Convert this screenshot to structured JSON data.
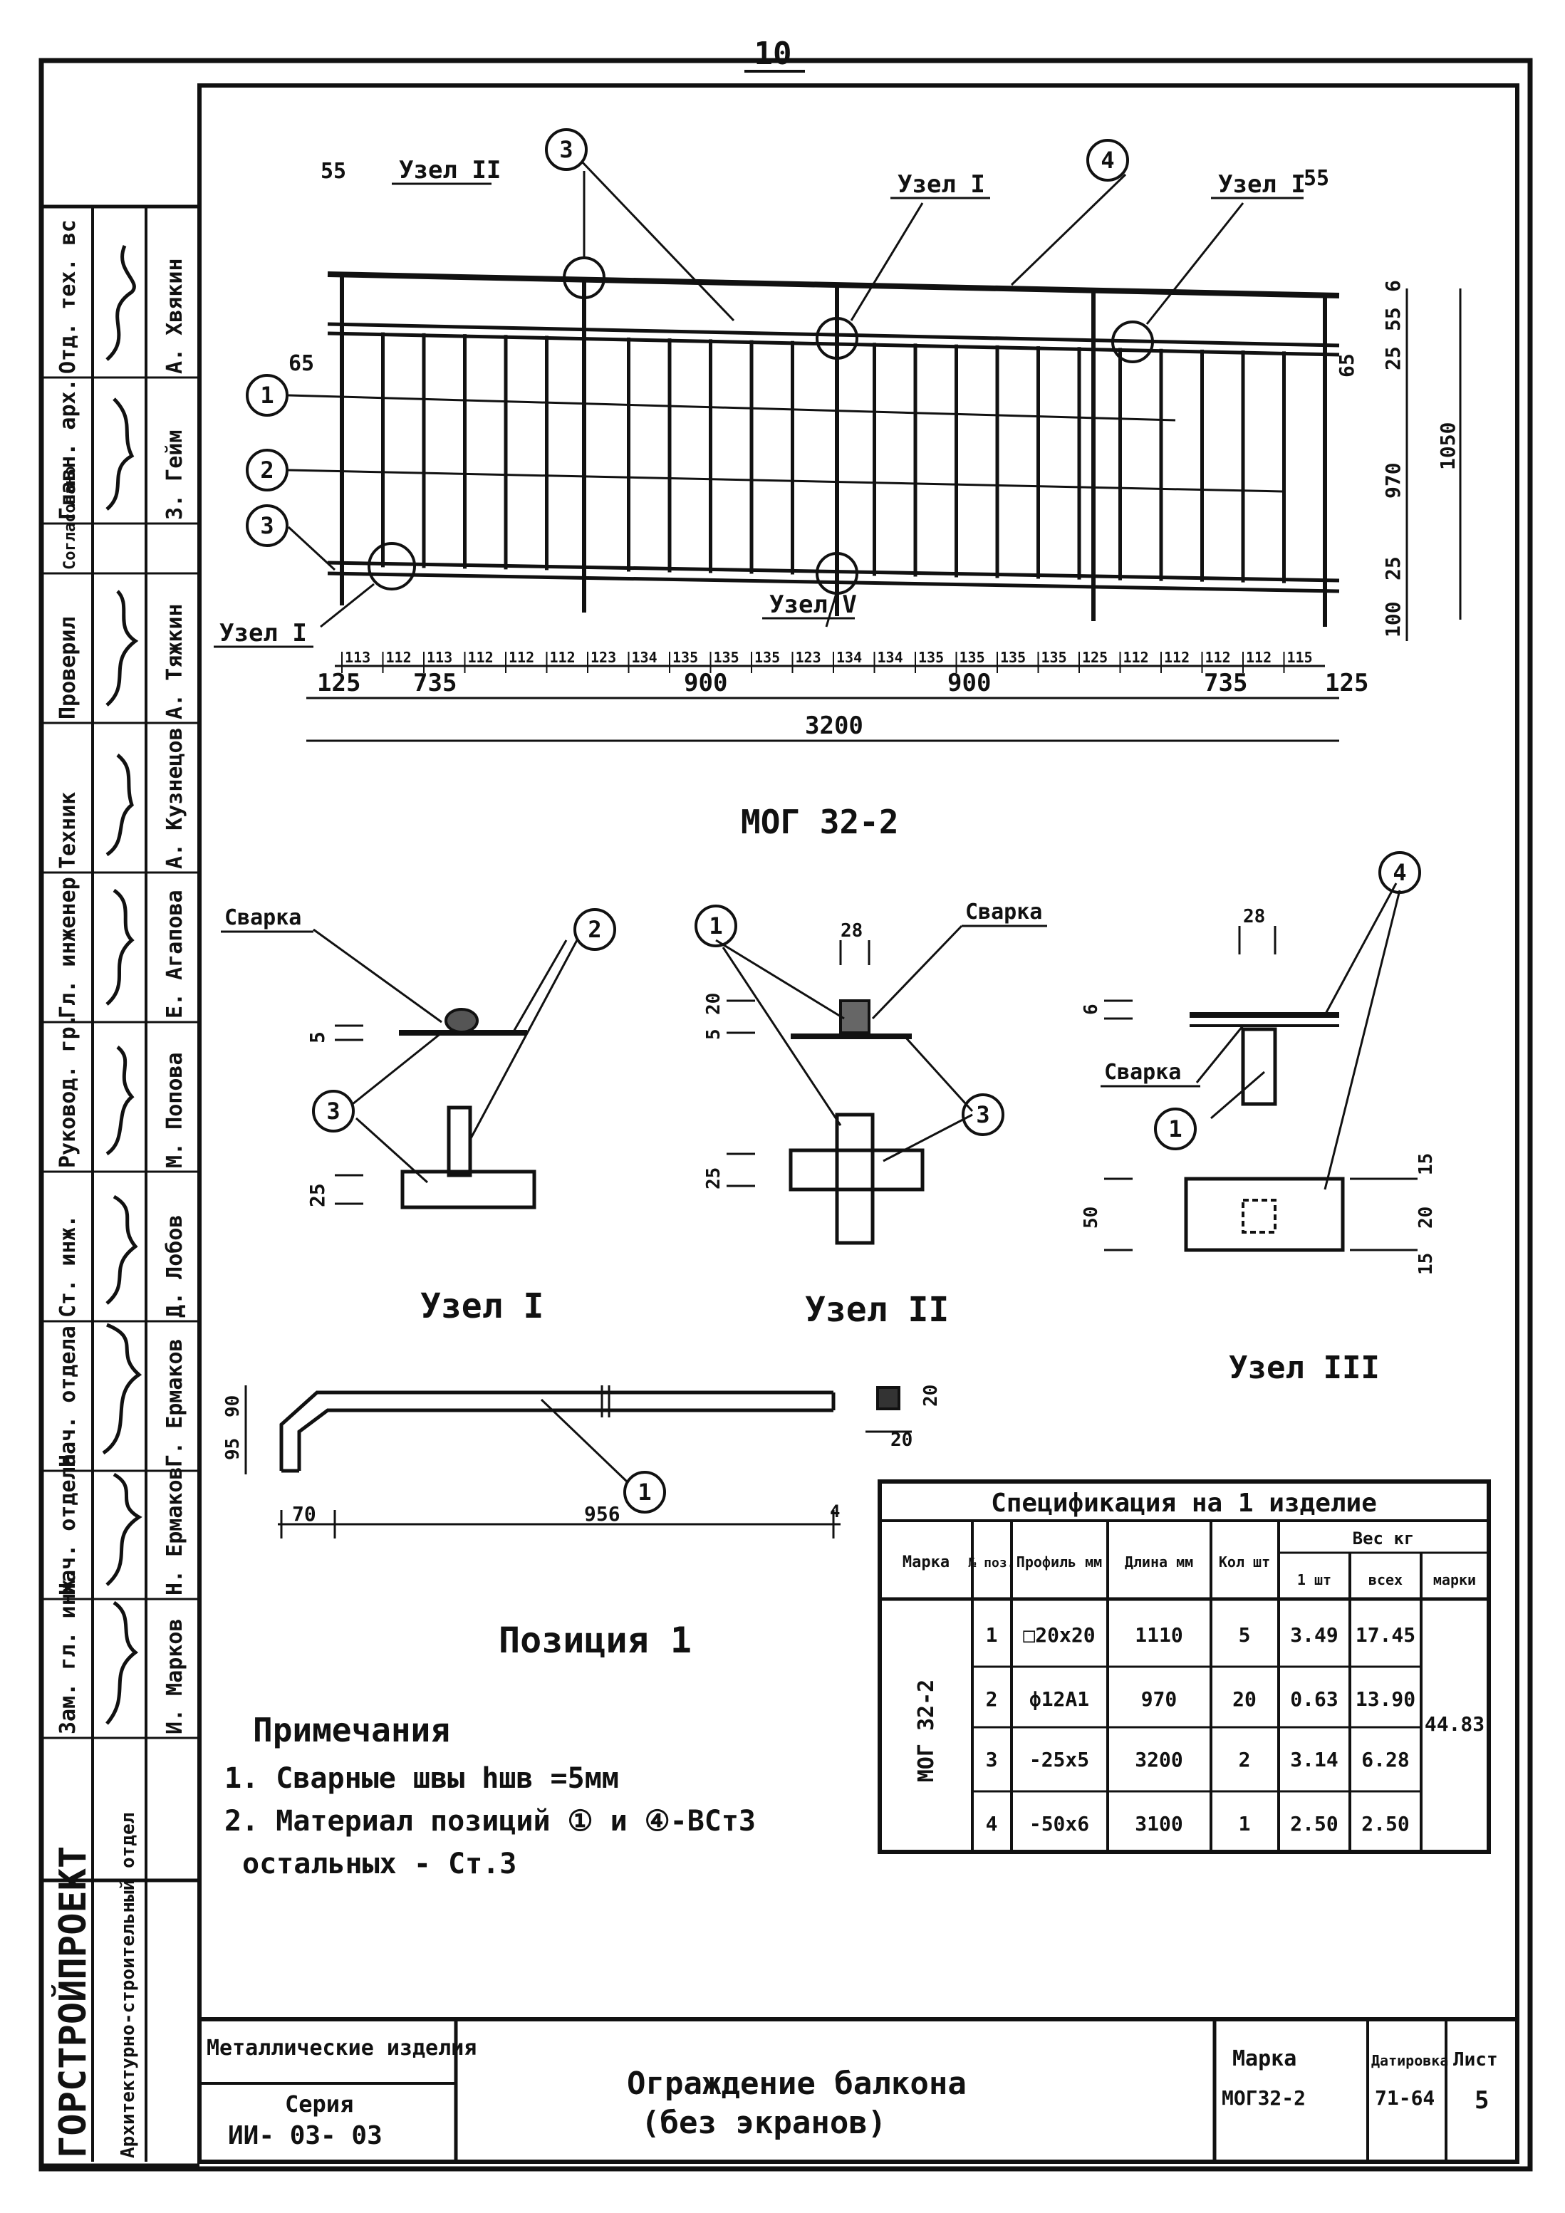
{
  "page_number": "10",
  "colors": {
    "ink": "#111111",
    "paper": "#ffffff"
  },
  "drawing_main": {
    "node_labels": {
      "top_left": "Узел II",
      "top_mid": "Узел I",
      "top_right": "Узел I",
      "bottom_left": "Узел I",
      "bottom_mid": "Узел V"
    },
    "top_left_dim": "55",
    "top_right_dim": "55",
    "left_dim": "65",
    "right_dims": [
      "65",
      "25",
      "55",
      "6",
      "1050",
      "970",
      "25",
      "100"
    ],
    "spacing_dims": [
      "113",
      "112",
      "113",
      "112",
      "112",
      "112",
      "123",
      "134",
      "135",
      "135",
      "135",
      "123",
      "134",
      "134",
      "135",
      "135",
      "135",
      "135",
      "125",
      "112",
      "112",
      "112",
      "112",
      "115"
    ],
    "segment_dims": [
      "125",
      "735",
      "900",
      "900",
      "735",
      "125"
    ],
    "total_dim": "3200",
    "title": "МОГ 32-2"
  },
  "node_I": {
    "title": "Узел I",
    "weld": "Сварка",
    "dims": [
      "5",
      "25"
    ]
  },
  "node_II": {
    "title": "Узел II",
    "weld": "Сварка",
    "dims": [
      "28",
      "5",
      "20",
      "25"
    ]
  },
  "node_III": {
    "title": "Узел III",
    "weld": "Сварка",
    "dims": [
      "28",
      "6",
      "50",
      "15",
      "20",
      "15"
    ]
  },
  "position1": {
    "title": "Позиция 1",
    "dims": [
      "70",
      "956",
      "95",
      "90",
      "20",
      "20",
      "4"
    ]
  },
  "notes": {
    "title": "Примечания",
    "items": [
      "1. Сварные швы hшв =5мм",
      "2. Материал позиций ① и ④-ВСт3",
      "остальных - Ст.3"
    ]
  },
  "spec_table": {
    "title": "Спецификация на 1 изделие",
    "headers": {
      "marka": "Марка",
      "pos": "№ поз.",
      "profile": "Профиль мм",
      "length": "Длина мм",
      "qty": "Кол шт",
      "mass": "Вес кг",
      "mass_one": "1 шт",
      "mass_all": "всех",
      "mass_marka": "марки"
    },
    "marka_value": "МОГ 32-2",
    "rows": [
      {
        "pos": "1",
        "profile": "□20х20",
        "length": "1110",
        "qty": "5",
        "mass_one": "3.49",
        "mass_all": "17.45"
      },
      {
        "pos": "2",
        "profile": "ф12А1",
        "length": "970",
        "qty": "20",
        "mass_one": "0.63",
        "mass_all": "13.90"
      },
      {
        "pos": "3",
        "profile": "-25х5",
        "length": "3200",
        "qty": "2",
        "mass_one": "3.14",
        "mass_all": "6.28"
      },
      {
        "pos": "4",
        "profile": "-50х6",
        "length": "3100",
        "qty": "1",
        "mass_one": "2.50",
        "mass_all": "2.50"
      }
    ],
    "mass_marka_value": "44.83"
  },
  "title_block": {
    "org": "ГОРСТРОЙПРОЕКТ",
    "dept": "Архитектурно-строительный отдел",
    "group": "Металлические изделия",
    "series_label": "Серия",
    "series_value": "ИИ- 03- 03",
    "sheet_title": "Ограждение балкона",
    "sheet_subtitle": "(без экранов)",
    "marka_label": "Марка",
    "marka_value": "МОГ32-2",
    "date_label": "Датировка",
    "date_value": "71-64",
    "sheet_label": "Лист",
    "sheet_value": "5"
  },
  "signatures": [
    {
      "role": "Отд. тех. вс",
      "name": "А. Хвякин"
    },
    {
      "role": "Главн. арх.",
      "name": "З. Гейм"
    },
    {
      "role": "Согласовано",
      "name": ""
    },
    {
      "role": "Проверил",
      "name": "А. Тяжкин"
    },
    {
      "role": "Техник",
      "name": "А. Кузнецов"
    },
    {
      "role": "Гл. инженер",
      "name": "Е. Агапова"
    },
    {
      "role": "Руковод. гр.",
      "name": "М. Попова"
    },
    {
      "role": "Ст. инж.",
      "name": "Д. Лобов"
    },
    {
      "role": "Нач. отдела",
      "name": "Г. Ермаков"
    },
    {
      "role": "Нач. отдела",
      "name": "Н. Ермаков"
    },
    {
      "role": "Зам. гл. инж.",
      "name": "И. Марков"
    }
  ]
}
